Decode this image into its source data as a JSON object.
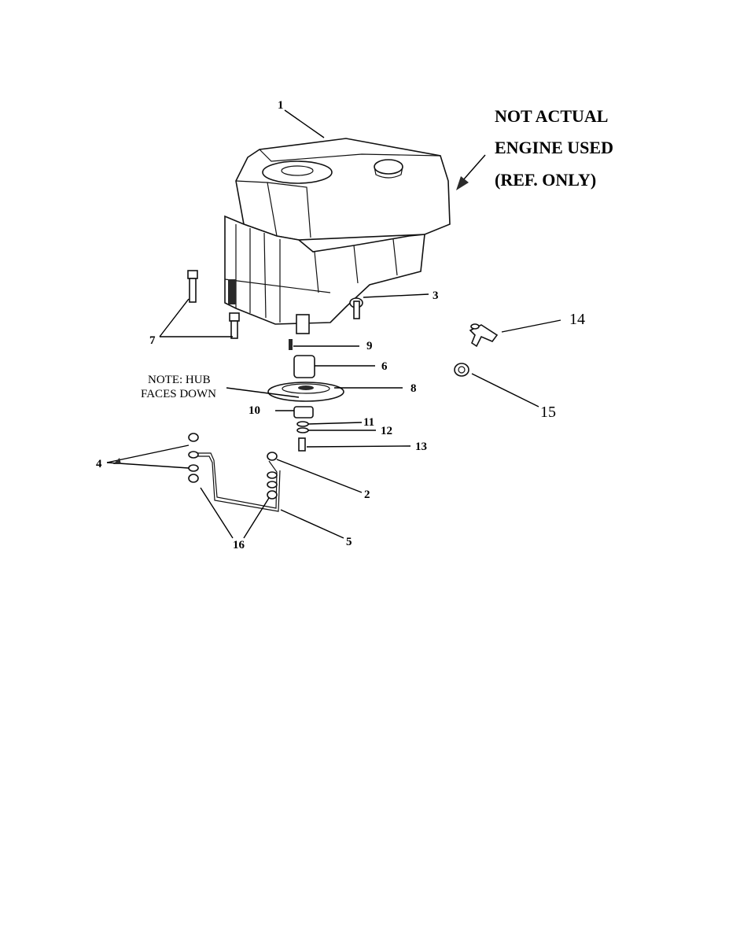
{
  "disclaimer": {
    "line1": "NOT ACTUAL",
    "line2": "ENGINE USED",
    "line3": "(REF. ONLY)"
  },
  "note": {
    "line1": "NOTE: HUB",
    "line2": "FACES DOWN"
  },
  "callouts": {
    "c1": "1",
    "c2": "2",
    "c3": "3",
    "c4": "4",
    "c5": "5",
    "c6": "6",
    "c7": "7",
    "c8": "8",
    "c9": "9",
    "c10": "10",
    "c11": "11",
    "c12": "12",
    "c13": "13",
    "c14": "14",
    "c15": "15",
    "c16": "16"
  }
}
